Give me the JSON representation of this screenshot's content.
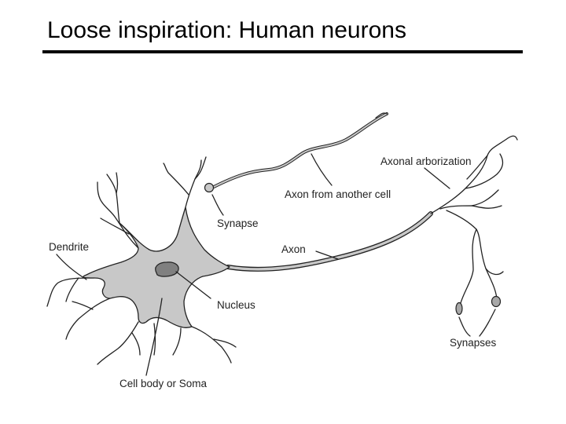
{
  "title": "Loose inspiration: Human neurons",
  "colors": {
    "cell_fill": "#c8c8c8",
    "nucleus_fill": "#808080",
    "line": "#222222"
  },
  "labels": {
    "axonal_arborization": "Axonal arborization",
    "axon_from_another_cell": "Axon from another cell",
    "synapse": "Synapse",
    "dendrite": "Dendrite",
    "axon": "Axon",
    "nucleus": "Nucleus",
    "synapses": "Synapses",
    "cell_body": "Cell body or Soma"
  }
}
